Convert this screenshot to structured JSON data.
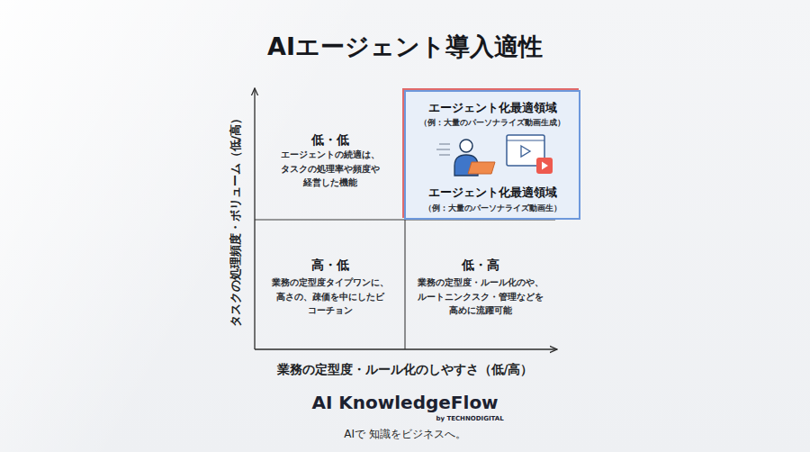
{
  "diagram": {
    "title": "AIエージェント導入適性",
    "nodes": [
      {
        "text": [
          "低・低",
          "エージェントの続適は、 タスクの処理率や頻度や 経営した機能"
        ]
      },
      {
        "text": [
          "エージェント化最適領域",
          "（例：大量のパーソナライズ動画生成）",
          "エージェント化最適領域",
          "（例：大量のパーソナライズ動画生）"
        ]
      },
      {
        "text": [
          "高・低",
          "業務の定型度タイプワンに、 高さの、疎価を中にしたビ コーチョン"
        ]
      },
      {
        "text": [
          "低・高",
          "業務の定型度・ルール化のや、 ルートニンクスク・管理などを 高めに流躍可能"
        ]
      }
    ],
    "labels": [
      "タスクの処理頻度・ボリューム（低/高）",
      "業務の定型度・ルール化のしやすさ（低/高）",
      "AI KnowledgeFlow",
      "by TECHNODIGITAL",
      "AIで 知識をビジネスへ。"
    ]
  }
}
